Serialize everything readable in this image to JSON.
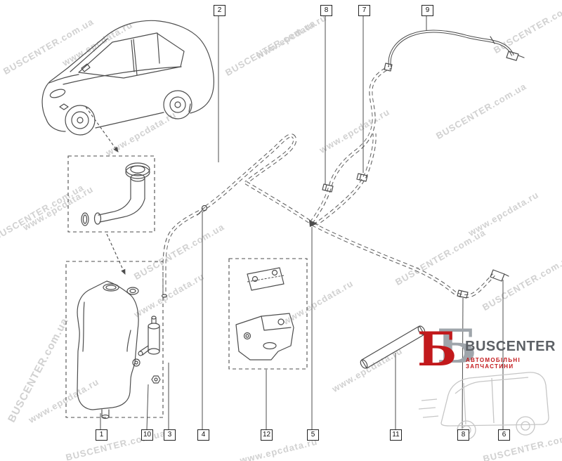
{
  "watermarks": {
    "buscenter": "BUSCENTER.com.ua",
    "epcdata": "www.epcdata.ru"
  },
  "callouts": {
    "top": [
      {
        "label": "2"
      },
      {
        "label": "8"
      },
      {
        "label": "7"
      },
      {
        "label": "9"
      }
    ],
    "bottom": [
      {
        "label": "1"
      },
      {
        "label": "10"
      },
      {
        "label": "3"
      },
      {
        "label": "4"
      },
      {
        "label": "12"
      },
      {
        "label": "5"
      },
      {
        "label": "11"
      },
      {
        "label": "8"
      },
      {
        "label": "6"
      }
    ]
  },
  "logo": {
    "monogram": "Б",
    "title": "BUSCENTER",
    "subtitle": "АВТОМОБІЛЬНІ ЗАПЧАСТИНИ"
  },
  "colors": {
    "accent_red": "#c2191c",
    "line_gray": "#4d4d4d",
    "watermark_gray": "#c9c9c9"
  }
}
